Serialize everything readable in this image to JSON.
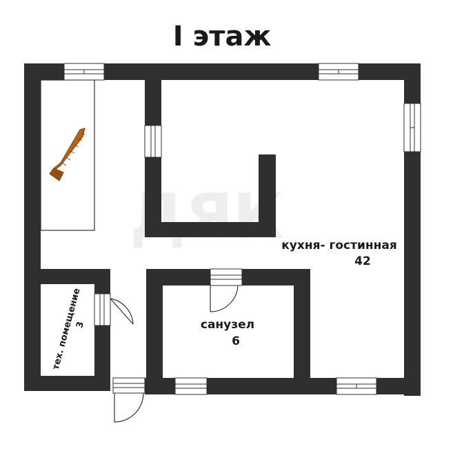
{
  "title": "I этаж",
  "rooms": {
    "kitchen": {
      "name": "кухня- гостинная",
      "area": "42"
    },
    "bathroom": {
      "name": "санузел",
      "area": "6"
    },
    "utility": {
      "name": "тех. помещение",
      "area": "3"
    }
  },
  "watermark": "ДЯК",
  "colors": {
    "wall": "#2f2f2f",
    "background": "#ffffff",
    "stair": "#b8621b",
    "stair_dark": "#7a3a0c",
    "window": "#ffffff",
    "text": "#1a1a1a"
  }
}
